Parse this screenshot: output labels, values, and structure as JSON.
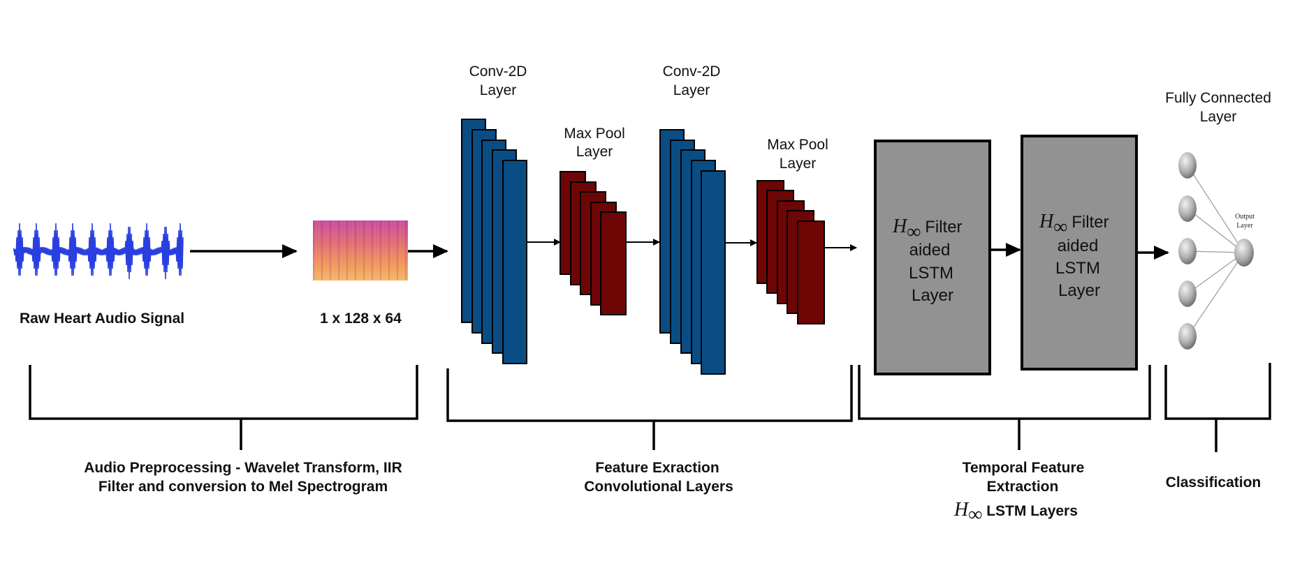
{
  "preprocessing": {
    "raw_signal_label": "Raw Heart Audio Signal",
    "spectrogram_shape": "1 x 128 x 64",
    "section_label_line1": "Audio Preprocessing - Wavelet Transform, IIR",
    "section_label_line2": "Filter and conversion to Mel Spectrogram"
  },
  "feature_extraction": {
    "conv1_line1": "Conv-2D",
    "conv1_line2": "Layer",
    "pool1_line1": "Max Pool",
    "pool1_line2": "Layer",
    "conv2_line1": "Conv-2D",
    "conv2_line2": "Layer",
    "pool2_line1": "Max Pool",
    "pool2_line2": "Layer",
    "section_label_line1": "Feature Exraction",
    "section_label_line2": "Convolutional Layers"
  },
  "temporal": {
    "lstm1": {
      "symbol": "H",
      "subscript": "∞",
      "line1": "Filter",
      "line2": "aided",
      "line3": "LSTM",
      "line4": "Layer"
    },
    "lstm2": {
      "symbol": "H",
      "subscript": "∞",
      "line1": "Filter",
      "line2": "aided",
      "line3": "LSTM",
      "line4": "Layer"
    },
    "section_label_line1": "Temporal Feature",
    "section_label_line2": "Extraction",
    "section_symbol": "H",
    "section_subscript": "∞",
    "section_label_line3": "LSTM Layers"
  },
  "classification": {
    "fc_line1": "Fully Connected",
    "fc_line2": "Layer",
    "output_line1": "Output",
    "output_line2": "Layer",
    "section_label": "Classification"
  },
  "colors": {
    "waveform": "#2a3fe0",
    "conv": "#0a4d85",
    "pool": "#6e0606",
    "lstm_box": "#929292",
    "neuron": "#b4b4b4",
    "line": "#000000"
  }
}
